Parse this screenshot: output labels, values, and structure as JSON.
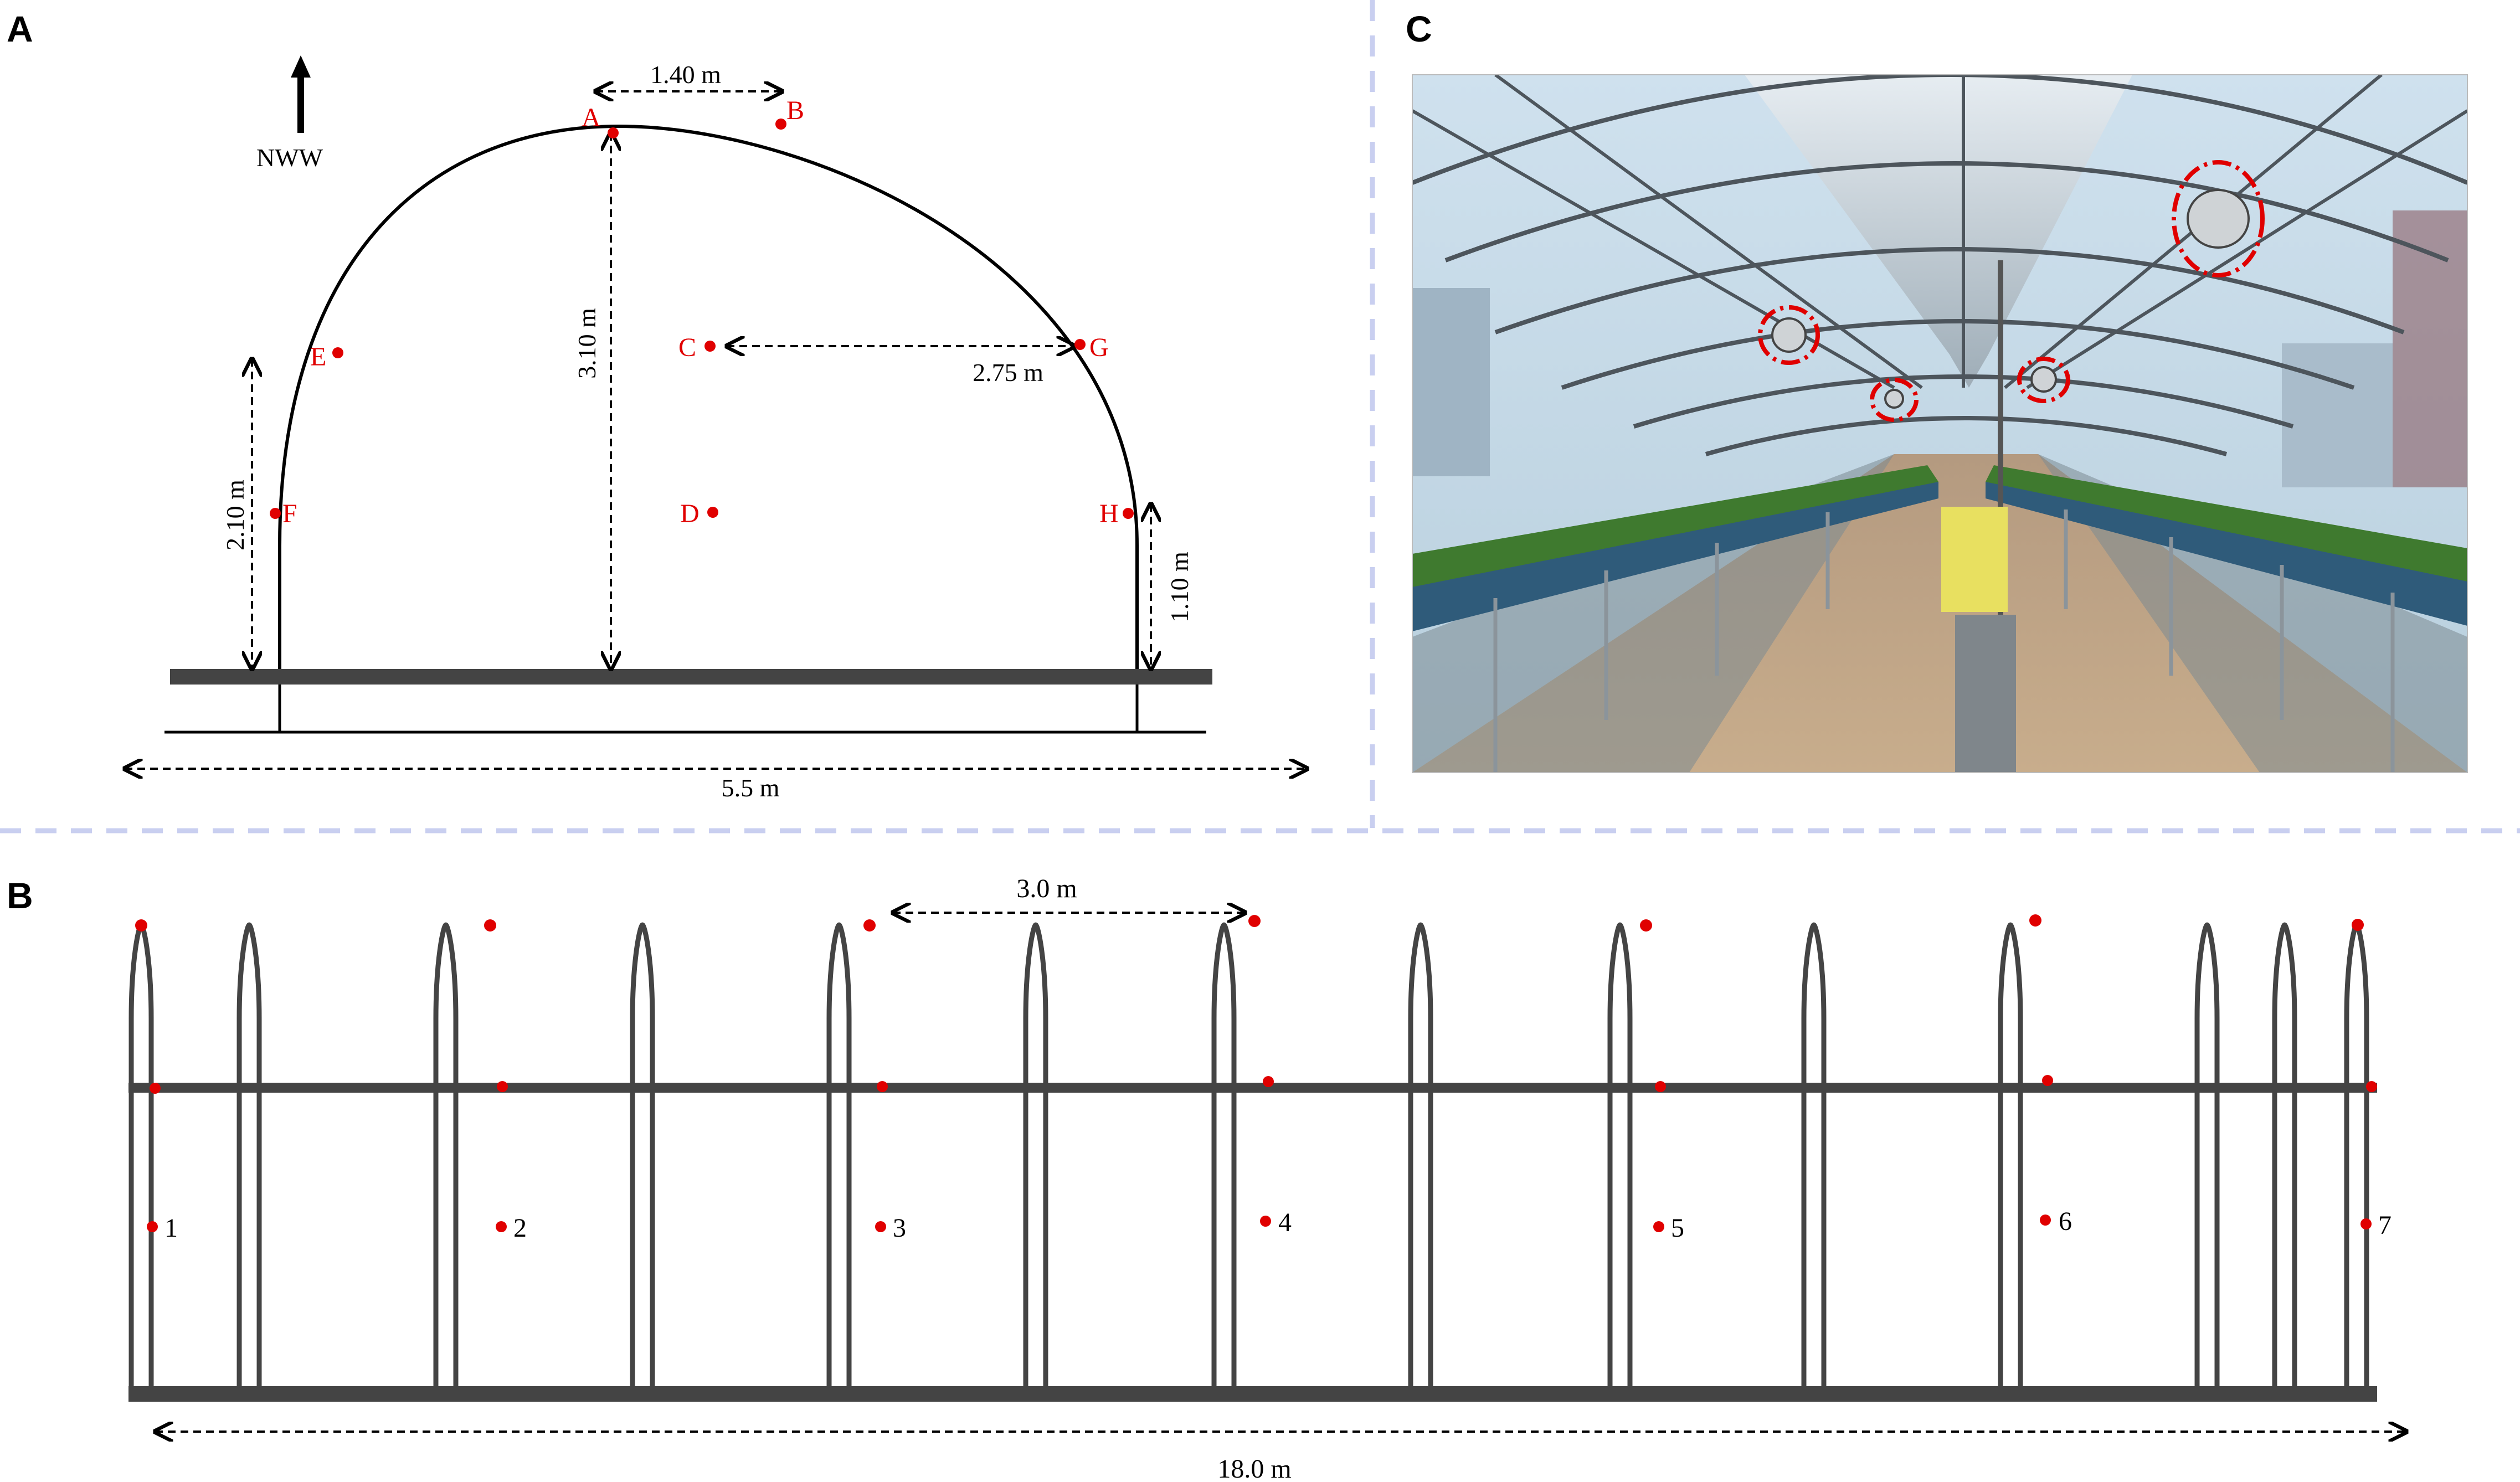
{
  "panels": {
    "a": {
      "letter": "A",
      "direction": "NWW",
      "points": [
        {
          "id": "A",
          "label": "A"
        },
        {
          "id": "B",
          "label": "B"
        },
        {
          "id": "C",
          "label": "C"
        },
        {
          "id": "D",
          "label": "D"
        },
        {
          "id": "E",
          "label": "E"
        },
        {
          "id": "F",
          "label": "F"
        },
        {
          "id": "G",
          "label": "G"
        },
        {
          "id": "H",
          "label": "H"
        }
      ],
      "dimensions": {
        "top_spacing": "1.40 m",
        "height_center": "3.10 m",
        "c_to_g": "2.75 m",
        "height_left": "2.10 m",
        "height_right": "1.10 m",
        "total_width": "5.5 m"
      }
    },
    "b": {
      "letter": "B",
      "spacing": "3.0 m",
      "length": "18.0 m",
      "stations": [
        "1",
        "2",
        "3",
        "4",
        "5",
        "6",
        "7"
      ]
    },
    "c": {
      "letter": "C",
      "photo_description": "Greenhouse interior with strawberry rows and highlighted sensors",
      "highlighted_sensor_count": 4
    }
  },
  "colors": {
    "structure": "#444444",
    "marker": "#e00000",
    "divider": "#c9cff0",
    "text": "#000000"
  }
}
